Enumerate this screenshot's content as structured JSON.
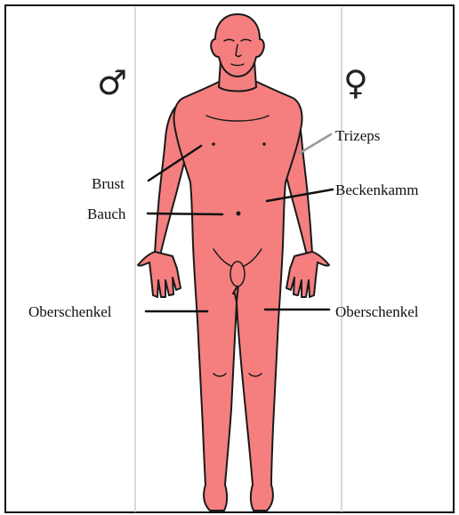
{
  "diagram": {
    "symbols": {
      "male": "♂",
      "female": "♀"
    },
    "labels": {
      "trizeps": "Trizeps",
      "brust": "Brust",
      "beckenkamm": "Beckenkamm",
      "bauch": "Bauch",
      "oberschenkel_left": "Oberschenkel",
      "oberschenkel_right": "Oberschenkel"
    },
    "colors": {
      "body_fill": "#f57f7f",
      "outline": "#1a1a1a",
      "guide_lines": "#bdbdbd",
      "trizeps_pointer": "#999999"
    }
  }
}
